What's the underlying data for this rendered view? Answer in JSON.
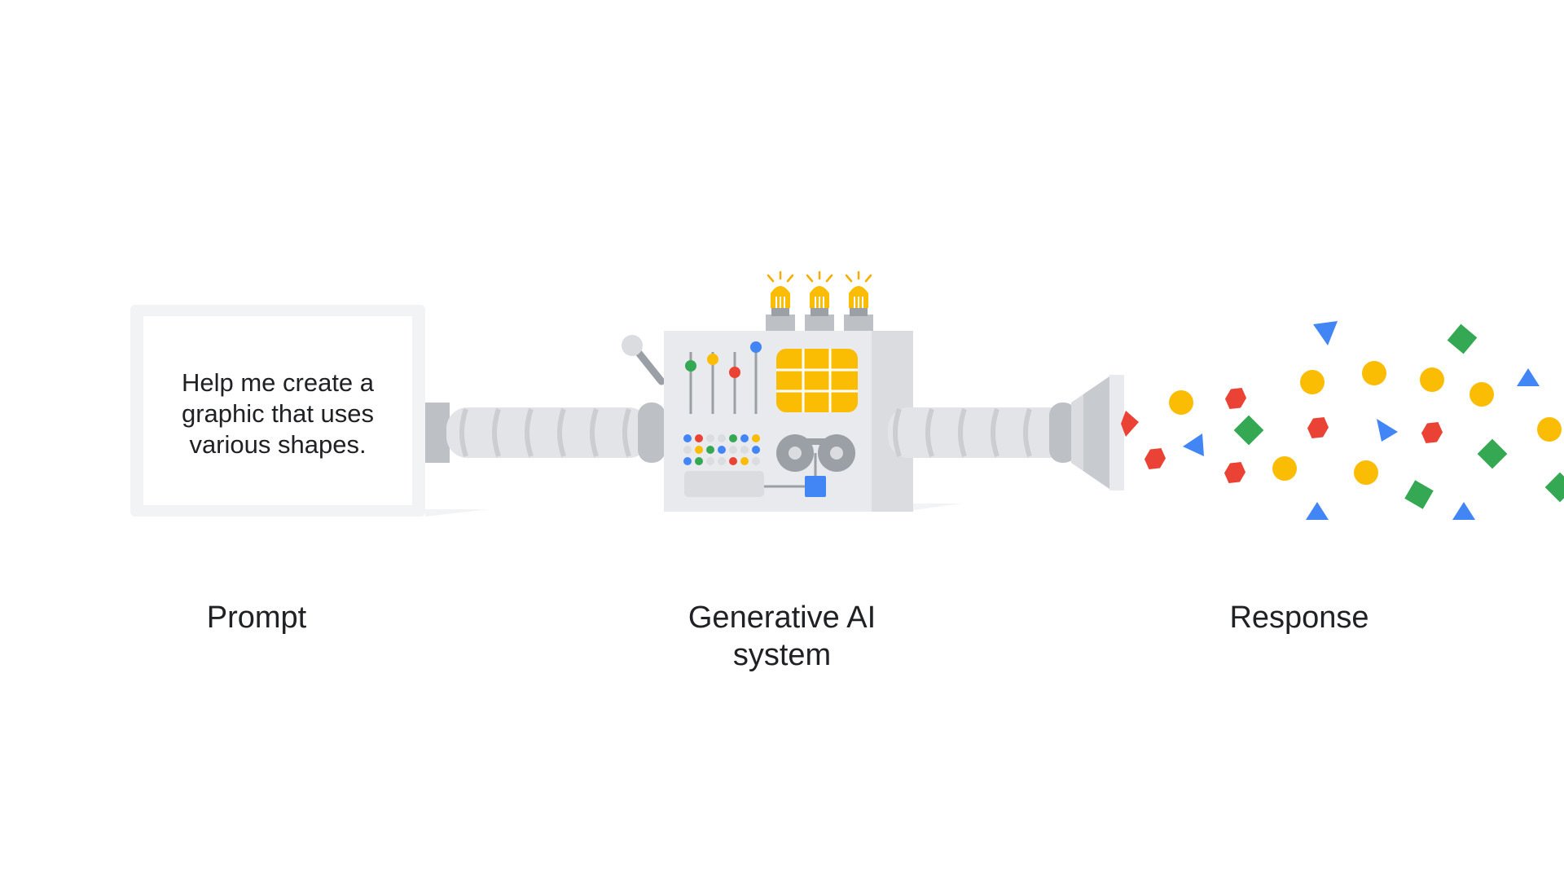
{
  "prompt_box": {
    "lines": [
      "Help me create a",
      "graphic that uses",
      "various shapes."
    ]
  },
  "labels": {
    "prompt": "Prompt",
    "generative_ai_line1": "Generative AI",
    "generative_ai_line2": "system",
    "response": "Response"
  },
  "colors": {
    "blue": "#4285F4",
    "red": "#EA4335",
    "yellow": "#FBBC04",
    "green": "#34A853",
    "machine_body": "#E8EAED",
    "machine_shade": "#DADCE0",
    "pipe": "#E3E4E7",
    "pipe_ring": "#CBCDD1",
    "frame": "#F1F3F4",
    "text": "#202124"
  },
  "icons": {
    "bulbs": "lightbulb-icon",
    "dials": "dial-icon",
    "sliders": "slider-icon",
    "lever": "lever-icon"
  },
  "response_shapes": {
    "kinds": [
      "triangle",
      "circle",
      "hexagon",
      "diamond"
    ],
    "colors_by_kind": {
      "triangle": "blue",
      "circle": "yellow",
      "hexagon": "red",
      "diamond": "green"
    }
  }
}
